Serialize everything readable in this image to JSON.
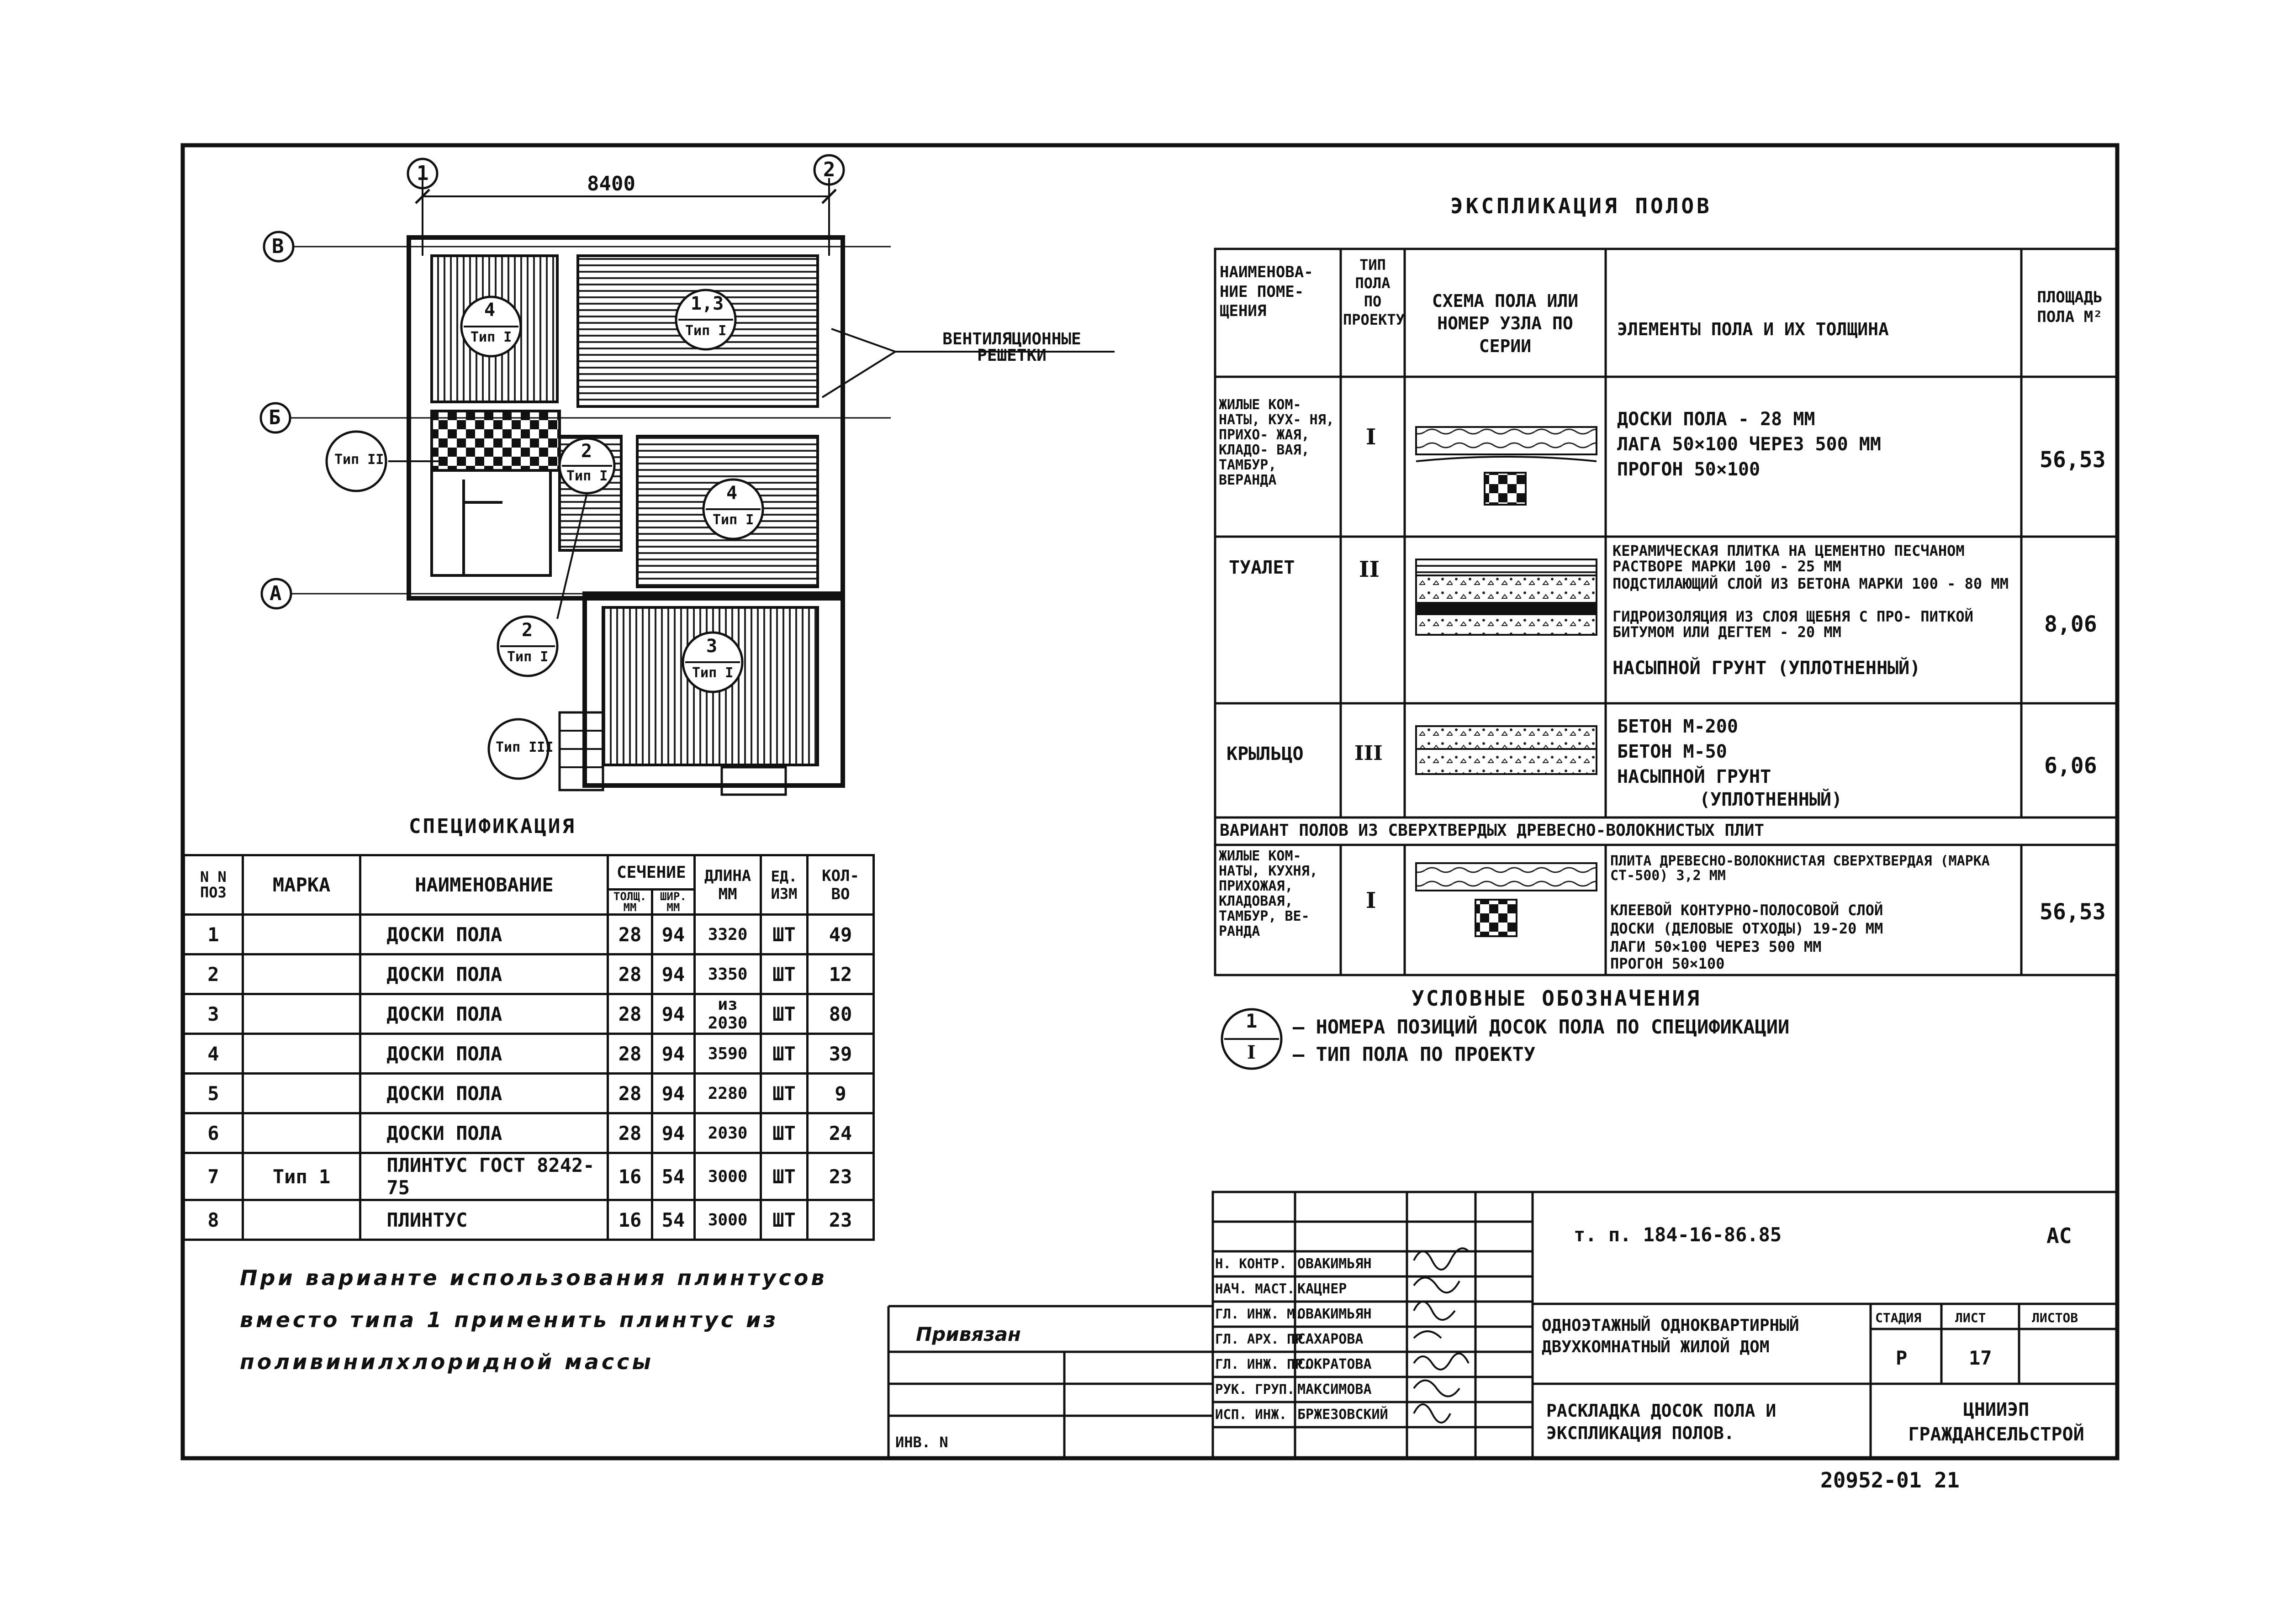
{
  "plan": {
    "dimension": "8400",
    "axes": {
      "a1": "1",
      "a2": "2",
      "v": "В",
      "b": "Б",
      "a": "А"
    },
    "rooms": [
      {
        "num": "4",
        "type": "Тип I"
      },
      {
        "num": "1,3",
        "type": "Тип I"
      },
      {
        "num": "2",
        "type": "Тип I"
      },
      {
        "num": "4",
        "type": "Тип I"
      },
      {
        "num": "3",
        "type": "Тип I"
      }
    ],
    "callouts": {
      "tip2": "Тип II",
      "room2_num": "2",
      "room2_type": "Тип I",
      "tip3": "Тип III"
    },
    "vent_label": "ВЕНТИЛЯЦИОННЫЕ РЕШЕТКИ"
  },
  "spec": {
    "title": "СПЕЦИФИКАЦИЯ",
    "headers": {
      "pos": "N N ПОЗ",
      "mark": "МАРКА",
      "name": "НАИМЕНОВАНИЕ",
      "section": "СЕЧЕНИЕ",
      "thick": "ТОЛЩ. ММ",
      "width": "ШИР. ММ",
      "length": "ДЛИНА ММ",
      "unit": "ЕД. ИЗМ",
      "qty": "КОЛ-ВО"
    },
    "rows": [
      {
        "pos": "1",
        "mark": "",
        "name": "ДОСКИ ПОЛА",
        "t": "28",
        "w": "94",
        "l": "3320",
        "u": "ШТ",
        "q": "49"
      },
      {
        "pos": "2",
        "mark": "",
        "name": "ДОСКИ ПОЛА",
        "t": "28",
        "w": "94",
        "l": "3350",
        "u": "ШТ",
        "q": "12"
      },
      {
        "pos": "3",
        "mark": "",
        "name": "ДОСКИ ПОЛА",
        "t": "28",
        "w": "94",
        "l": "из 2030",
        "u": "ШТ",
        "q": "80"
      },
      {
        "pos": "4",
        "mark": "",
        "name": "ДОСКИ ПОЛА",
        "t": "28",
        "w": "94",
        "l": "3590",
        "u": "ШТ",
        "q": "39"
      },
      {
        "pos": "5",
        "mark": "",
        "name": "ДОСКИ ПОЛА",
        "t": "28",
        "w": "94",
        "l": "2280",
        "u": "ШТ",
        "q": "9"
      },
      {
        "pos": "6",
        "mark": "",
        "name": "ДОСКИ ПОЛА",
        "t": "28",
        "w": "94",
        "l": "2030",
        "u": "ШТ",
        "q": "24"
      },
      {
        "pos": "7",
        "mark": "Тип 1",
        "name": "ПЛИНТУС ГОСТ 8242-75",
        "t": "16",
        "w": "54",
        "l": "3000",
        "u": "ШТ",
        "q": "23"
      },
      {
        "pos": "8",
        "mark": "",
        "name": "ПЛИНТУС",
        "t": "16",
        "w": "54",
        "l": "3000",
        "u": "ШТ",
        "q": "23"
      }
    ]
  },
  "note": {
    "line1": "При варианте использования плинтусов",
    "line2": "вместо типа 1 применить плинтус из",
    "line3": "поливинилхлоридной массы"
  },
  "explication": {
    "title": "ЭКСПЛИКАЦИЯ ПОЛОВ",
    "headers": {
      "room": "НАИМЕНОВА- НИЕ ПОМЕ- ЩЕНИЯ",
      "type": "ТИП ПОЛА ПО ПРОЕКТУ",
      "scheme": "СХЕМА ПОЛА ИЛИ НОМЕР УЗЛА ПО СЕРИИ",
      "elements": "ЭЛЕМЕНТЫ ПОЛА И ИХ ТОЛЩИНА",
      "area": "ПЛОЩАДЬ ПОЛА М²"
    },
    "rows": [
      {
        "room": "ЖИЛЫЕ КОМ- НАТЫ, КУХ- НЯ, ПРИХО- ЖАЯ, КЛАДО- ВАЯ, ТАМБУР, ВЕРАНДА",
        "type": "I",
        "el1": "ДОСКИ ПОЛА - 28 ММ",
        "el2": "ЛАГА 50×100 ЧЕРЕЗ 500 ММ",
        "el3": "ПРОГОН 50×100",
        "el4": "",
        "el5": "",
        "el6": "",
        "area": "56,53"
      },
      {
        "room": "ТУАЛЕТ",
        "type": "II",
        "el1": "КЕРАМИЧЕСКАЯ ПЛИТКА НА ЦЕМЕНТНО ПЕСЧАНОМ РАСТВОРЕ МАРКИ 100 - 25 ММ",
        "el2": "ПОДСТИЛАЮЩИЙ СЛОЙ ИЗ БЕТОНА МАРКИ 100 - 80 ММ",
        "el3": "ГИДРОИЗОЛЯЦИЯ ИЗ СЛОЯ ЩЕБНЯ С ПРО- ПИТКОЙ БИТУМОМ ИЛИ ДЕГТЕМ - 20 ММ",
        "el4": "НАСЫПНОЙ ГРУНТ (УПЛОТНЕННЫЙ)",
        "el5": "",
        "el6": "",
        "area": "8,06"
      },
      {
        "room": "КРЫЛЬЦО",
        "type": "III",
        "el1": "БЕТОН М-200",
        "el2": "БЕТОН М-50",
        "el3": "НАСЫПНОЙ ГРУНТ",
        "el4": "(УПЛОТНЕННЫЙ)",
        "el5": "",
        "el6": "",
        "area": "6,06"
      }
    ],
    "variant_title": "ВАРИАНТ ПОЛОВ ИЗ СВЕРХТВЕРДЫХ ДРЕВЕСНО-ВОЛОКНИСТЫХ ПЛИТ",
    "variant": {
      "room": "ЖИЛЫЕ КОМ- НАТЫ, КУХНЯ, ПРИХОЖАЯ, КЛАДОВАЯ, ТАМБУР, ВЕ- РАНДА",
      "type": "I",
      "el1": "ПЛИТА ДРЕВЕСНО-ВОЛОКНИСТАЯ СВЕРХТВЕРДАЯ (МАРКА СТ-500) 3,2 ММ",
      "el2": "КЛЕЕВОЙ КОНТУРНО-ПОЛОСОВОЙ СЛОЙ",
      "el3": "ДОСКИ (ДЕЛОВЫЕ ОТХОДЫ) 19-20 ММ",
      "el4": "ЛАГИ 50×100 ЧЕРЕЗ 500 ММ",
      "el5": "ПРОГОН 50×100",
      "area": "56,53"
    }
  },
  "legend": {
    "title": "УСЛОВНЫЕ ОБОЗНАЧЕНИЯ",
    "num": "1",
    "type": "I",
    "line1": "— НОМЕРА ПОЗИЦИЙ ДОСОК ПОЛА ПО СПЕЦИФИКАЦИИ",
    "line2": "— ТИП ПОЛА ПО ПРОЕКТУ"
  },
  "stamp": {
    "code": "т. п. 184-16-86.85",
    "section": "АС",
    "privyazan": "Привязан",
    "inv": "ИНВ. N",
    "people": [
      {
        "role": "Н. КОНТР.",
        "name": "ОВАКИМЬЯН"
      },
      {
        "role": "НАЧ. МАСТ.",
        "name": "КАЦНЕР"
      },
      {
        "role": "ГЛ. ИНЖ. М.",
        "name": "ОВАКИМЬЯН"
      },
      {
        "role": "ГЛ. АРХ. ПР.",
        "name": "САХАРОВА"
      },
      {
        "role": "ГЛ. ИНЖ. ПР.",
        "name": "СОКРАТОВА"
      },
      {
        "role": "РУК. ГРУП.",
        "name": "МАКСИМОВА"
      },
      {
        "role": "ИСП. ИНЖ.",
        "name": "БРЖЕЗОВСКИЙ"
      }
    ],
    "project_title": "ОДНОЭТАЖНЫЙ ОДНОКВАРТИРНЫЙ ДВУХКОМНАТНЫЙ ЖИЛОЙ ДОМ",
    "stage_h": "СТАДИЯ",
    "sheet_h": "ЛИСТ",
    "sheets_h": "ЛИСТОВ",
    "stage": "Р",
    "sheet": "17",
    "sheets": "",
    "sheet_title": "РАСКЛАДКА ДОСОК ПОЛА И ЭКСПЛИКАЦИЯ ПОЛОВ.",
    "org": "ЦНИИЭП ГРАЖДАНСЕЛЬСТРОЙ",
    "archive": "20952-01 21"
  }
}
